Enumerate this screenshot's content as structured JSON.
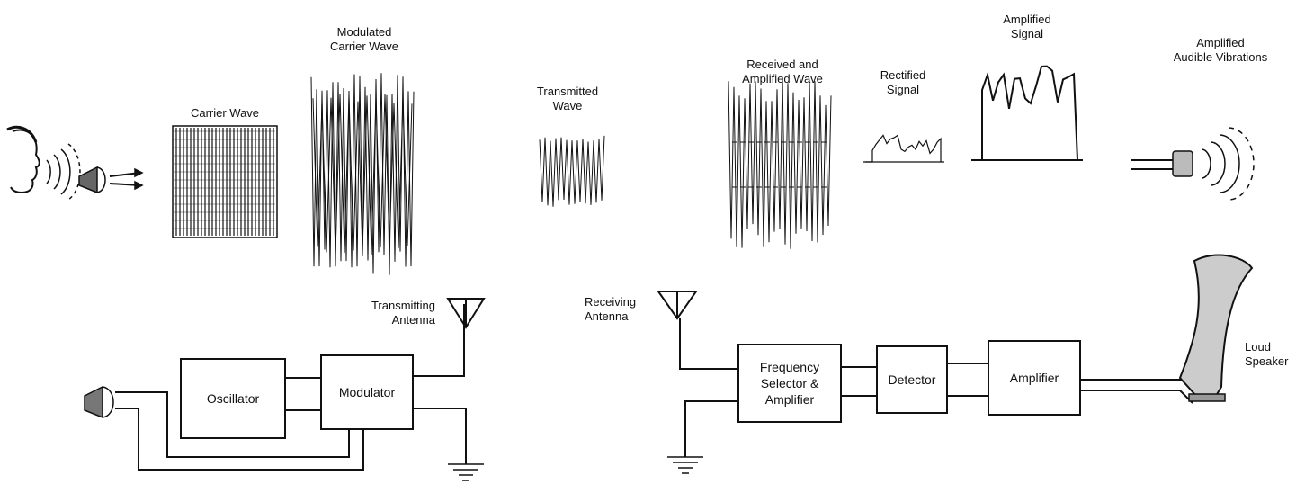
{
  "labels": {
    "carrier_wave": "Carrier Wave",
    "modulated_carrier_wave": [
      "Modulated",
      "Carrier Wave"
    ],
    "transmitted_wave": [
      "Transmitted",
      "Wave"
    ],
    "received_amplified_wave": [
      "Received and",
      "Amplified Wave"
    ],
    "rectified_signal": [
      "Rectified",
      "Signal"
    ],
    "amplified_signal": [
      "Amplified",
      "Signal"
    ],
    "amplified_audible_vibrations": [
      "Amplified",
      "Audible Vibrations"
    ],
    "transmitting_antenna": [
      "Transmitting",
      "Antenna"
    ],
    "receiving_antenna": [
      "Receiving",
      "Antenna"
    ],
    "loud_speaker": [
      "Loud",
      "Speaker"
    ]
  },
  "blocks": {
    "oscillator": "Oscillator",
    "modulator": "Modulator",
    "frequency_selector": [
      "Frequency",
      "Selector &",
      "Amplifier"
    ],
    "detector": "Detector",
    "amplifier": "Amplifier"
  },
  "colors": {
    "ink": "#111111",
    "paper": "#ffffff"
  },
  "icons": [
    "speaking-face-icon",
    "microphone-icon",
    "earphone-icon",
    "antenna-icon",
    "ground-icon",
    "loudspeaker-horn-icon"
  ]
}
